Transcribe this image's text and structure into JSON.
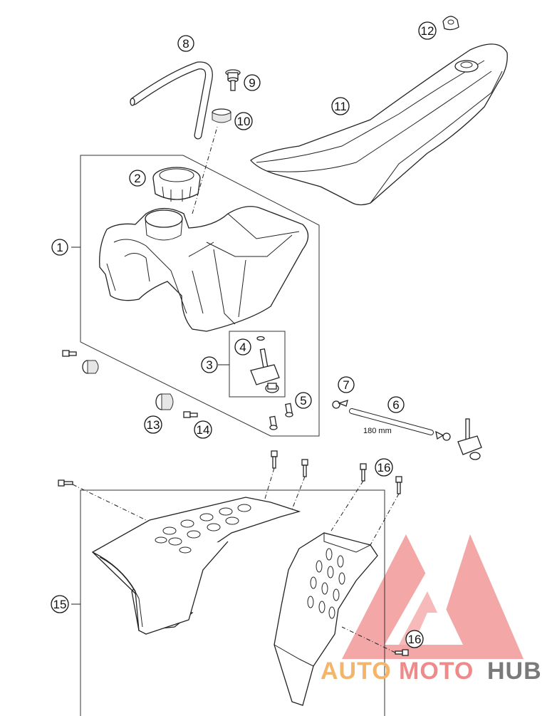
{
  "callouts": {
    "c1": "1",
    "c2": "2",
    "c3": "3",
    "c4": "4",
    "c5": "5",
    "c6": "6",
    "c7": "7",
    "c8": "8",
    "c9": "9",
    "c10": "10",
    "c11": "11",
    "c12": "12",
    "c13": "13",
    "c14": "14",
    "c15": "15",
    "c16a": "16",
    "c16b": "16"
  },
  "hose_length_label": "180 mm",
  "watermark": {
    "part1": "AUTO",
    "part2": "MOTO",
    "part3": "HUB",
    "color_a": "#f2b56b",
    "color_b": "#f08a8a",
    "color_c": "#7a7a7a"
  }
}
